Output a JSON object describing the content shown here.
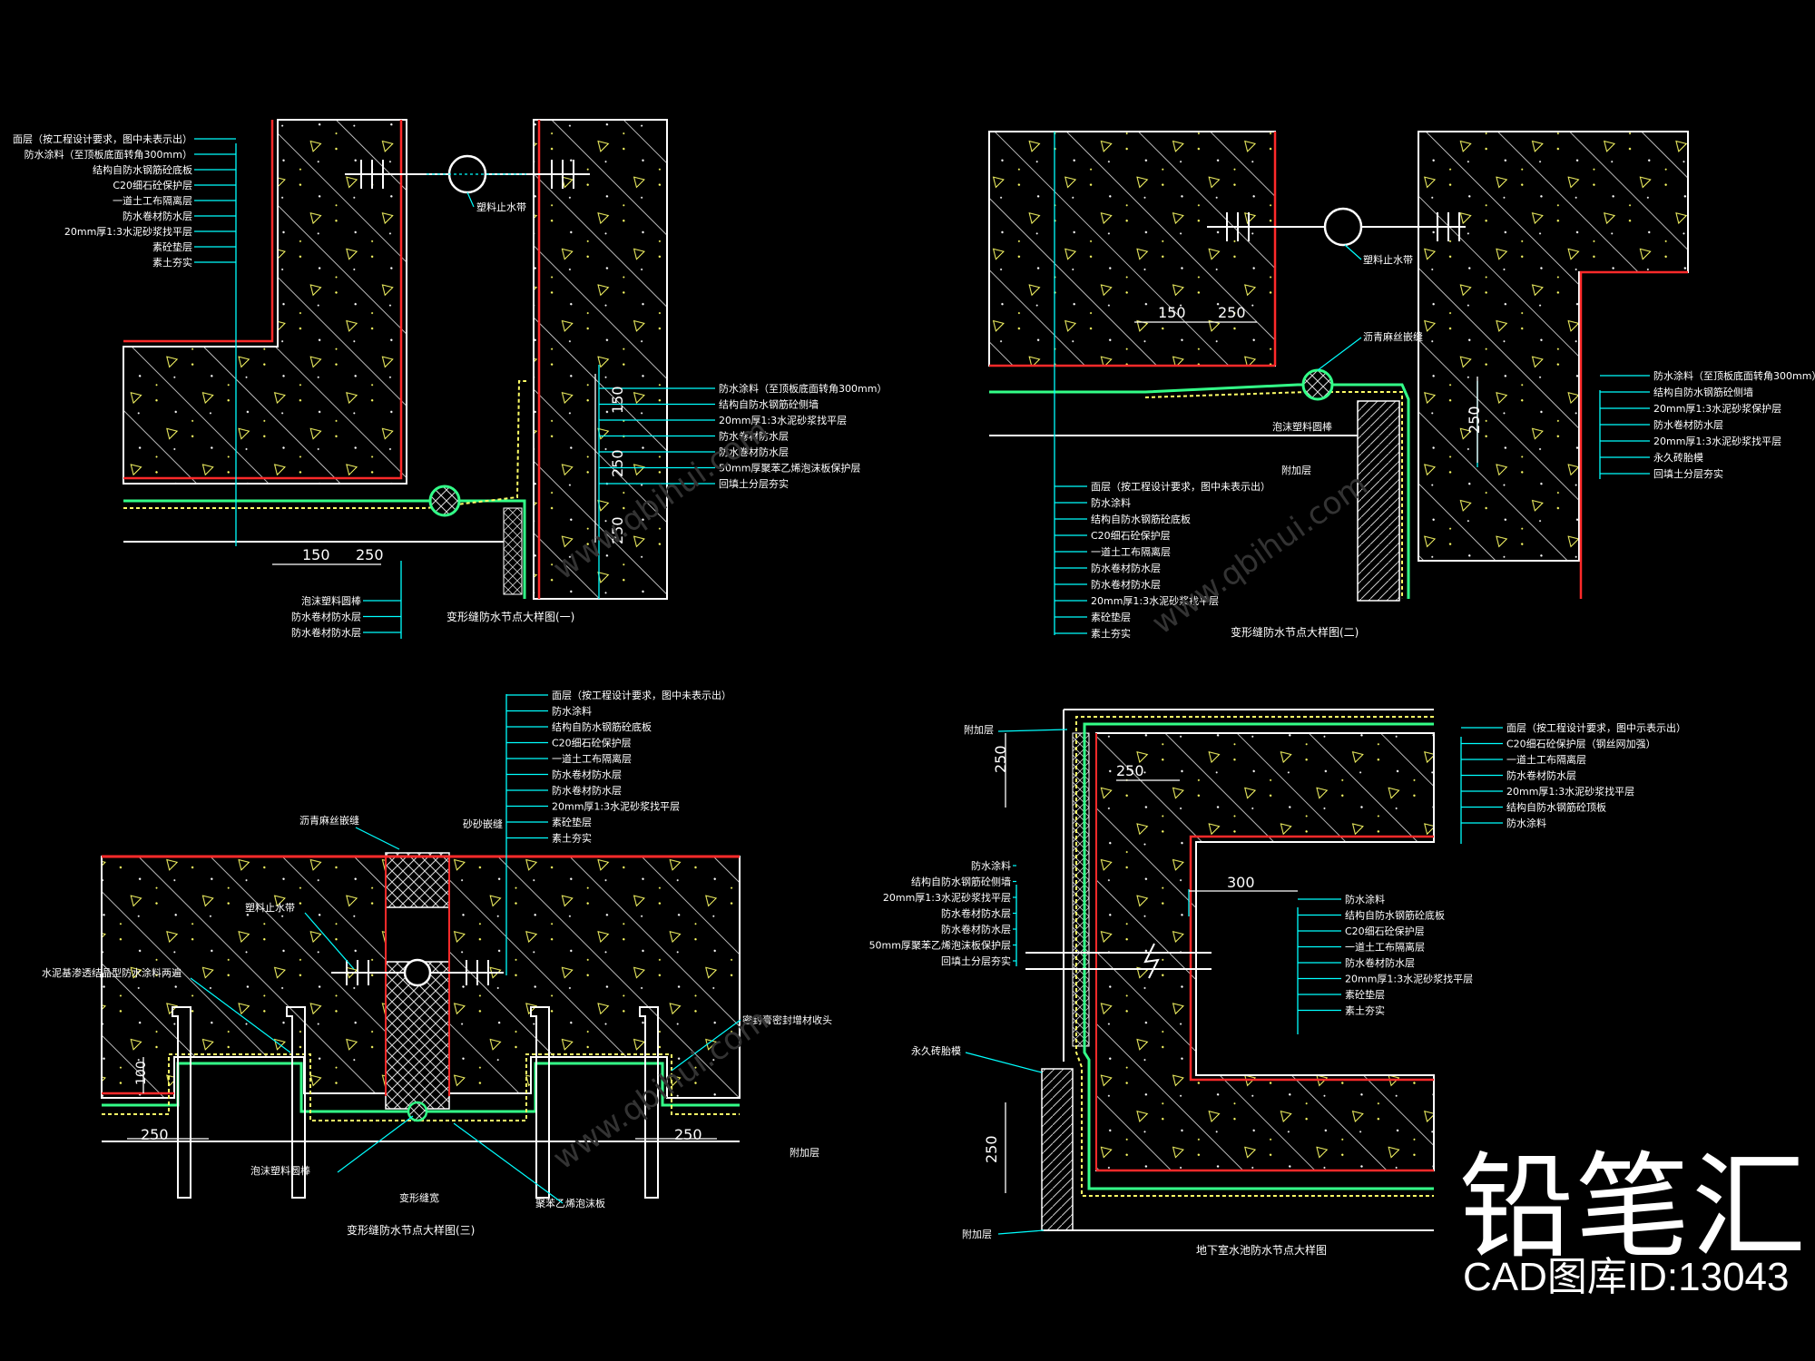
{
  "colors": {
    "background": "#000000",
    "outline": "#ffffff",
    "leader": "#00ffff",
    "membrane": "#ff2a2a",
    "hatch": "#ffffff",
    "waterstop": "#00ff66",
    "speckle": "#ffff00"
  },
  "brand": {
    "name": "铅笔汇",
    "catalog_id": "CAD图库ID:13043"
  },
  "watermark": "www.qbihui.com",
  "detail1": {
    "title": "变形缝防水节点大样图(一)",
    "layers_top": [
      "面层（按工程设计要求，图中未表示出）",
      "防水涂料（至顶板底面转角300mm）",
      "结构自防水钢筋砼底板",
      "C20细石砼保护层",
      "一道土工布隔离层",
      "防水卷材防水层",
      "20mm厚1:3水泥砂浆找平层",
      "素砼垫层",
      "素土夯实"
    ],
    "waterstop_label": "塑料止水带",
    "layers_right": [
      "防水涂料（至顶板底面转角300mm）",
      "结构自防水钢筋砼侧墙",
      "20mm厚1:3水泥砂浆找平层",
      "防水卷材防水层",
      "防水卷材防水层",
      "50mm厚聚苯乙烯泡沫板保护层",
      "回填土分层夯实"
    ],
    "layers_bottom": [
      "泡沫塑料圆棒",
      "防水卷材防水层",
      "防水卷材防水层"
    ],
    "dims": [
      "150",
      "250",
      "150",
      "250",
      "250"
    ]
  },
  "detail2": {
    "title": "变形缝防水节点大样图(二)",
    "waterstop_label": "塑料止水带",
    "seal_label": "沥青麻丝嵌缝",
    "rod_label": "泡沫塑料圆棒",
    "add_label": "附加层",
    "layers_bottom": [
      "面层（按工程设计要求，图中未表示出）",
      "防水涂料",
      "结构自防水钢筋砼底板",
      "C20细石砼保护层",
      "一道土工布隔离层",
      "防水卷材防水层",
      "防水卷材防水层",
      "20mm厚1:3水泥砂浆找平层",
      "素砼垫层",
      "素土夯实"
    ],
    "layers_right": [
      "防水涂料（至顶板底面转角300mm）",
      "结构自防水钢筋砼侧墙",
      "20mm厚1:3水泥砂浆保护层",
      "防水卷材防水层",
      "20mm厚1:3水泥砂浆找平层",
      "永久砖胎模",
      "回填土分层夯实"
    ],
    "dims": [
      "150",
      "250",
      "250"
    ]
  },
  "detail3": {
    "title": "变形缝防水节点大样图(三)",
    "layers_top": [
      "面层（按工程设计要求，图中未表示出）",
      "防水涂料",
      "结构自防水钢筋砼底板",
      "C20细石砼保护层",
      "一道土工布隔离层",
      "防水卷材防水层",
      "防水卷材防水层",
      "20mm厚1:3水泥砂浆找平层",
      "素砼垫层",
      "素土夯实"
    ],
    "left_labels": [
      "沥青麻丝嵌缝",
      "塑料止水带",
      "水泥基渗透结晶型防水涂料两遍"
    ],
    "top_right_label": "砂砂嵌缝",
    "right_label": "密封膏密封增材收头",
    "bottom_labels": [
      "泡沫塑料圆棒",
      "变形缝宽",
      "聚苯乙烯泡沫板",
      "附加层"
    ],
    "dims": [
      "250",
      "250",
      "100"
    ]
  },
  "detail4": {
    "title": "地下室水池防水节点大样图",
    "add_label_top": "附加层",
    "add_label_bottom": "附加层",
    "brick_label": "永久砖胎模",
    "layers_top": [
      "面层（按工程设计要求，图中示表示出）",
      "C20细石砼保护层（钢丝网加强）",
      "一道土工布隔离层",
      "防水卷材防水层",
      "20mm厚1:3水泥砂浆找平层",
      "结构自防水钢筋砼顶板",
      "防水涂料"
    ],
    "layers_left": [
      "防水涂料",
      "结构自防水钢筋砼侧墙",
      "20mm厚1:3水泥砂浆找平层",
      "防水卷材防水层",
      "防水卷材防水层",
      "50mm厚聚苯乙烯泡沫板保护层",
      "回填土分层夯实"
    ],
    "layers_right": [
      "防水涂料",
      "结构自防水钢筋砼底板",
      "C20细石砼保护层",
      "一道土工布隔离层",
      "防水卷材防水层",
      "20mm厚1:3水泥砂浆找平层",
      "素砼垫层",
      "素土夯实"
    ],
    "dims": [
      "250",
      "250",
      "300",
      "250"
    ]
  }
}
